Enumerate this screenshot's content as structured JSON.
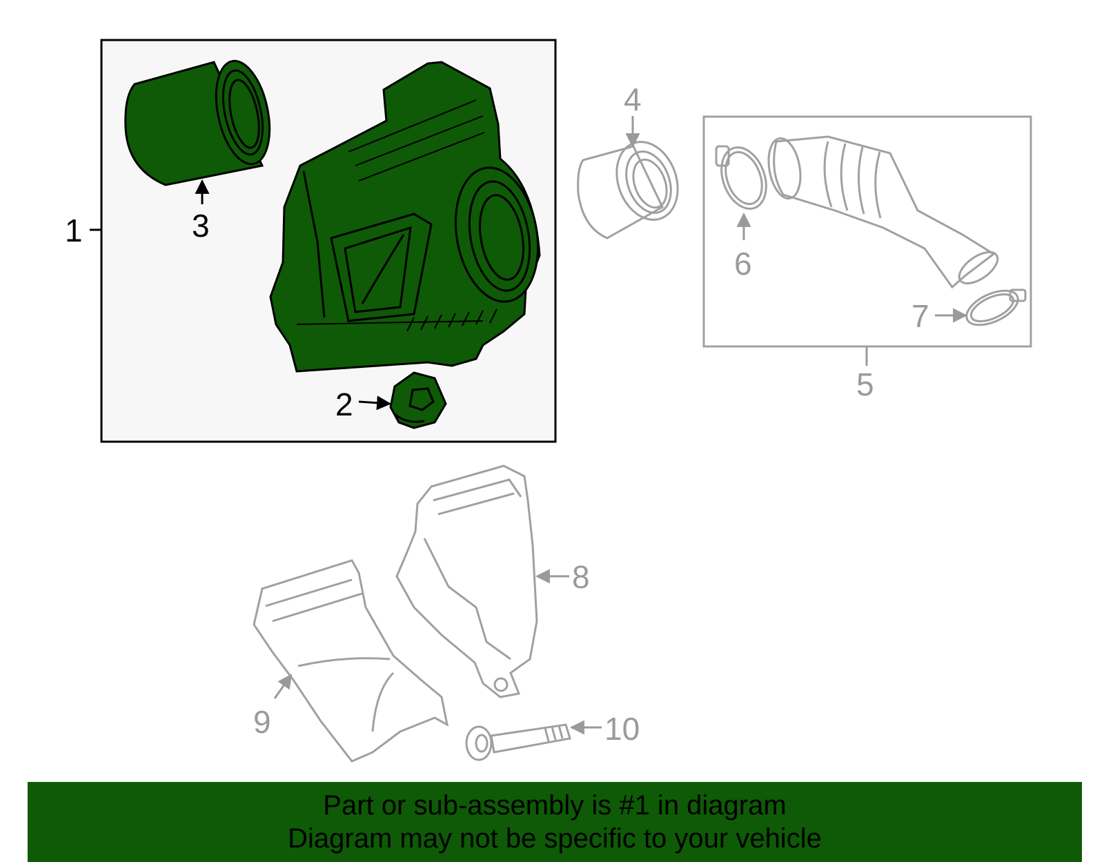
{
  "colors": {
    "highlight_fill": "#0e5a06",
    "highlight_box_bg": "#f7f7f7",
    "outline_dark": "#000000",
    "outline_grey": "#a0a0a0",
    "banner_bg": "#0e5a06"
  },
  "callouts": {
    "c1": "1",
    "c2": "2",
    "c3": "3",
    "c4": "4",
    "c5": "5",
    "c6": "6",
    "c7": "7",
    "c8": "8",
    "c9": "9",
    "c10": "10"
  },
  "banner": {
    "line1": "Part or sub-assembly is #1 in diagram",
    "line2": "Diagram may not be specific to your vehicle"
  }
}
